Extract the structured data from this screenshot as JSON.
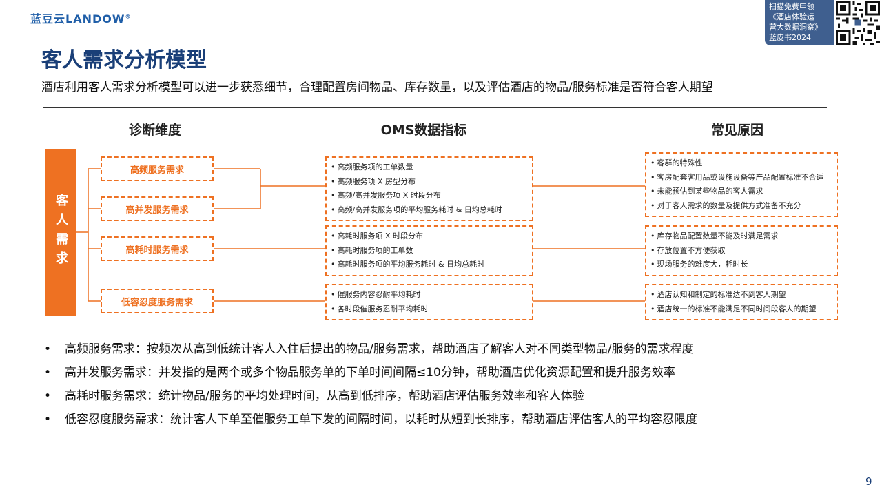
{
  "header": {
    "logo_text": "蓝豆云LANDOW",
    "logo_mark": "®",
    "promo_lines": [
      "扫描免费申领",
      "《酒店体验运",
      "营大数据洞察》",
      "蓝皮书2024"
    ]
  },
  "title": "客人需求分析模型",
  "subtitle": "酒店利用客人需求分析模型可以进一步获悉细节，合理配置房间物品、库存数量，以及评估酒店的物品/服务标准是否符合客人期望",
  "columns": {
    "dimension": "诊断维度",
    "metrics": "OMS数据指标",
    "causes": "常见原因"
  },
  "root_label": "客人需求",
  "dimensions": [
    "高频服务需求",
    "高并发服务需求",
    "高耗时服务需求",
    "低容忍度服务需求"
  ],
  "metric_groups": [
    [
      "高频服务项的工单数量",
      "高频服务项 X 房型分布",
      "高频/高并发服务项 X 时段分布",
      "高频/高并发服务项的平均服务耗时 & 日均总耗时"
    ],
    [
      "高耗时服务项 X 时段分布",
      "高耗时服务项的工单数",
      "高耗时服务项的平均服务耗时 & 日均总耗时"
    ],
    [
      "催服务内容忍耐平均耗时",
      "各时段催服务忍耐平均耗时"
    ]
  ],
  "cause_groups": [
    [
      "客群的特殊性",
      "客房配套客用品或设施设备等产品配置标准不合适",
      "未能预估到某些物品的客人需求",
      "对于客人需求的数量及提供方式准备不充分"
    ],
    [
      "库存物品配置数量不能及时满足需求",
      "存放位置不方便获取",
      "现场服务的难度大，耗时长"
    ],
    [
      "酒店认知和制定的标准达不到客人期望",
      "酒店统一的标准不能满足不同时间段客人的期望"
    ]
  ],
  "notes": [
    "高频服务需求：按频次从高到低统计客人入住后提出的物品/服务需求，帮助酒店了解客人对不同类型物品/服务的需求程度",
    "高并发服务需求：并发指的是两个或多个物品服务单的下单时间间隔≤10分钟，帮助酒店优化资源配置和提升服务效率",
    "高耗时服务需求：统计物品/服务的平均处理时间，从高到低排序，帮助酒店评估服务效率和客人体验",
    "低容忍度服务需求：统计客人下单至催服务工单下发的间隔时间，以耗时从短到长排序，帮助酒店评估客人的平均容忍限度"
  ],
  "page_number": "9",
  "colors": {
    "accent": "#ee7122",
    "title": "#1a3f78",
    "promo_bg": "#3f5f8f"
  }
}
